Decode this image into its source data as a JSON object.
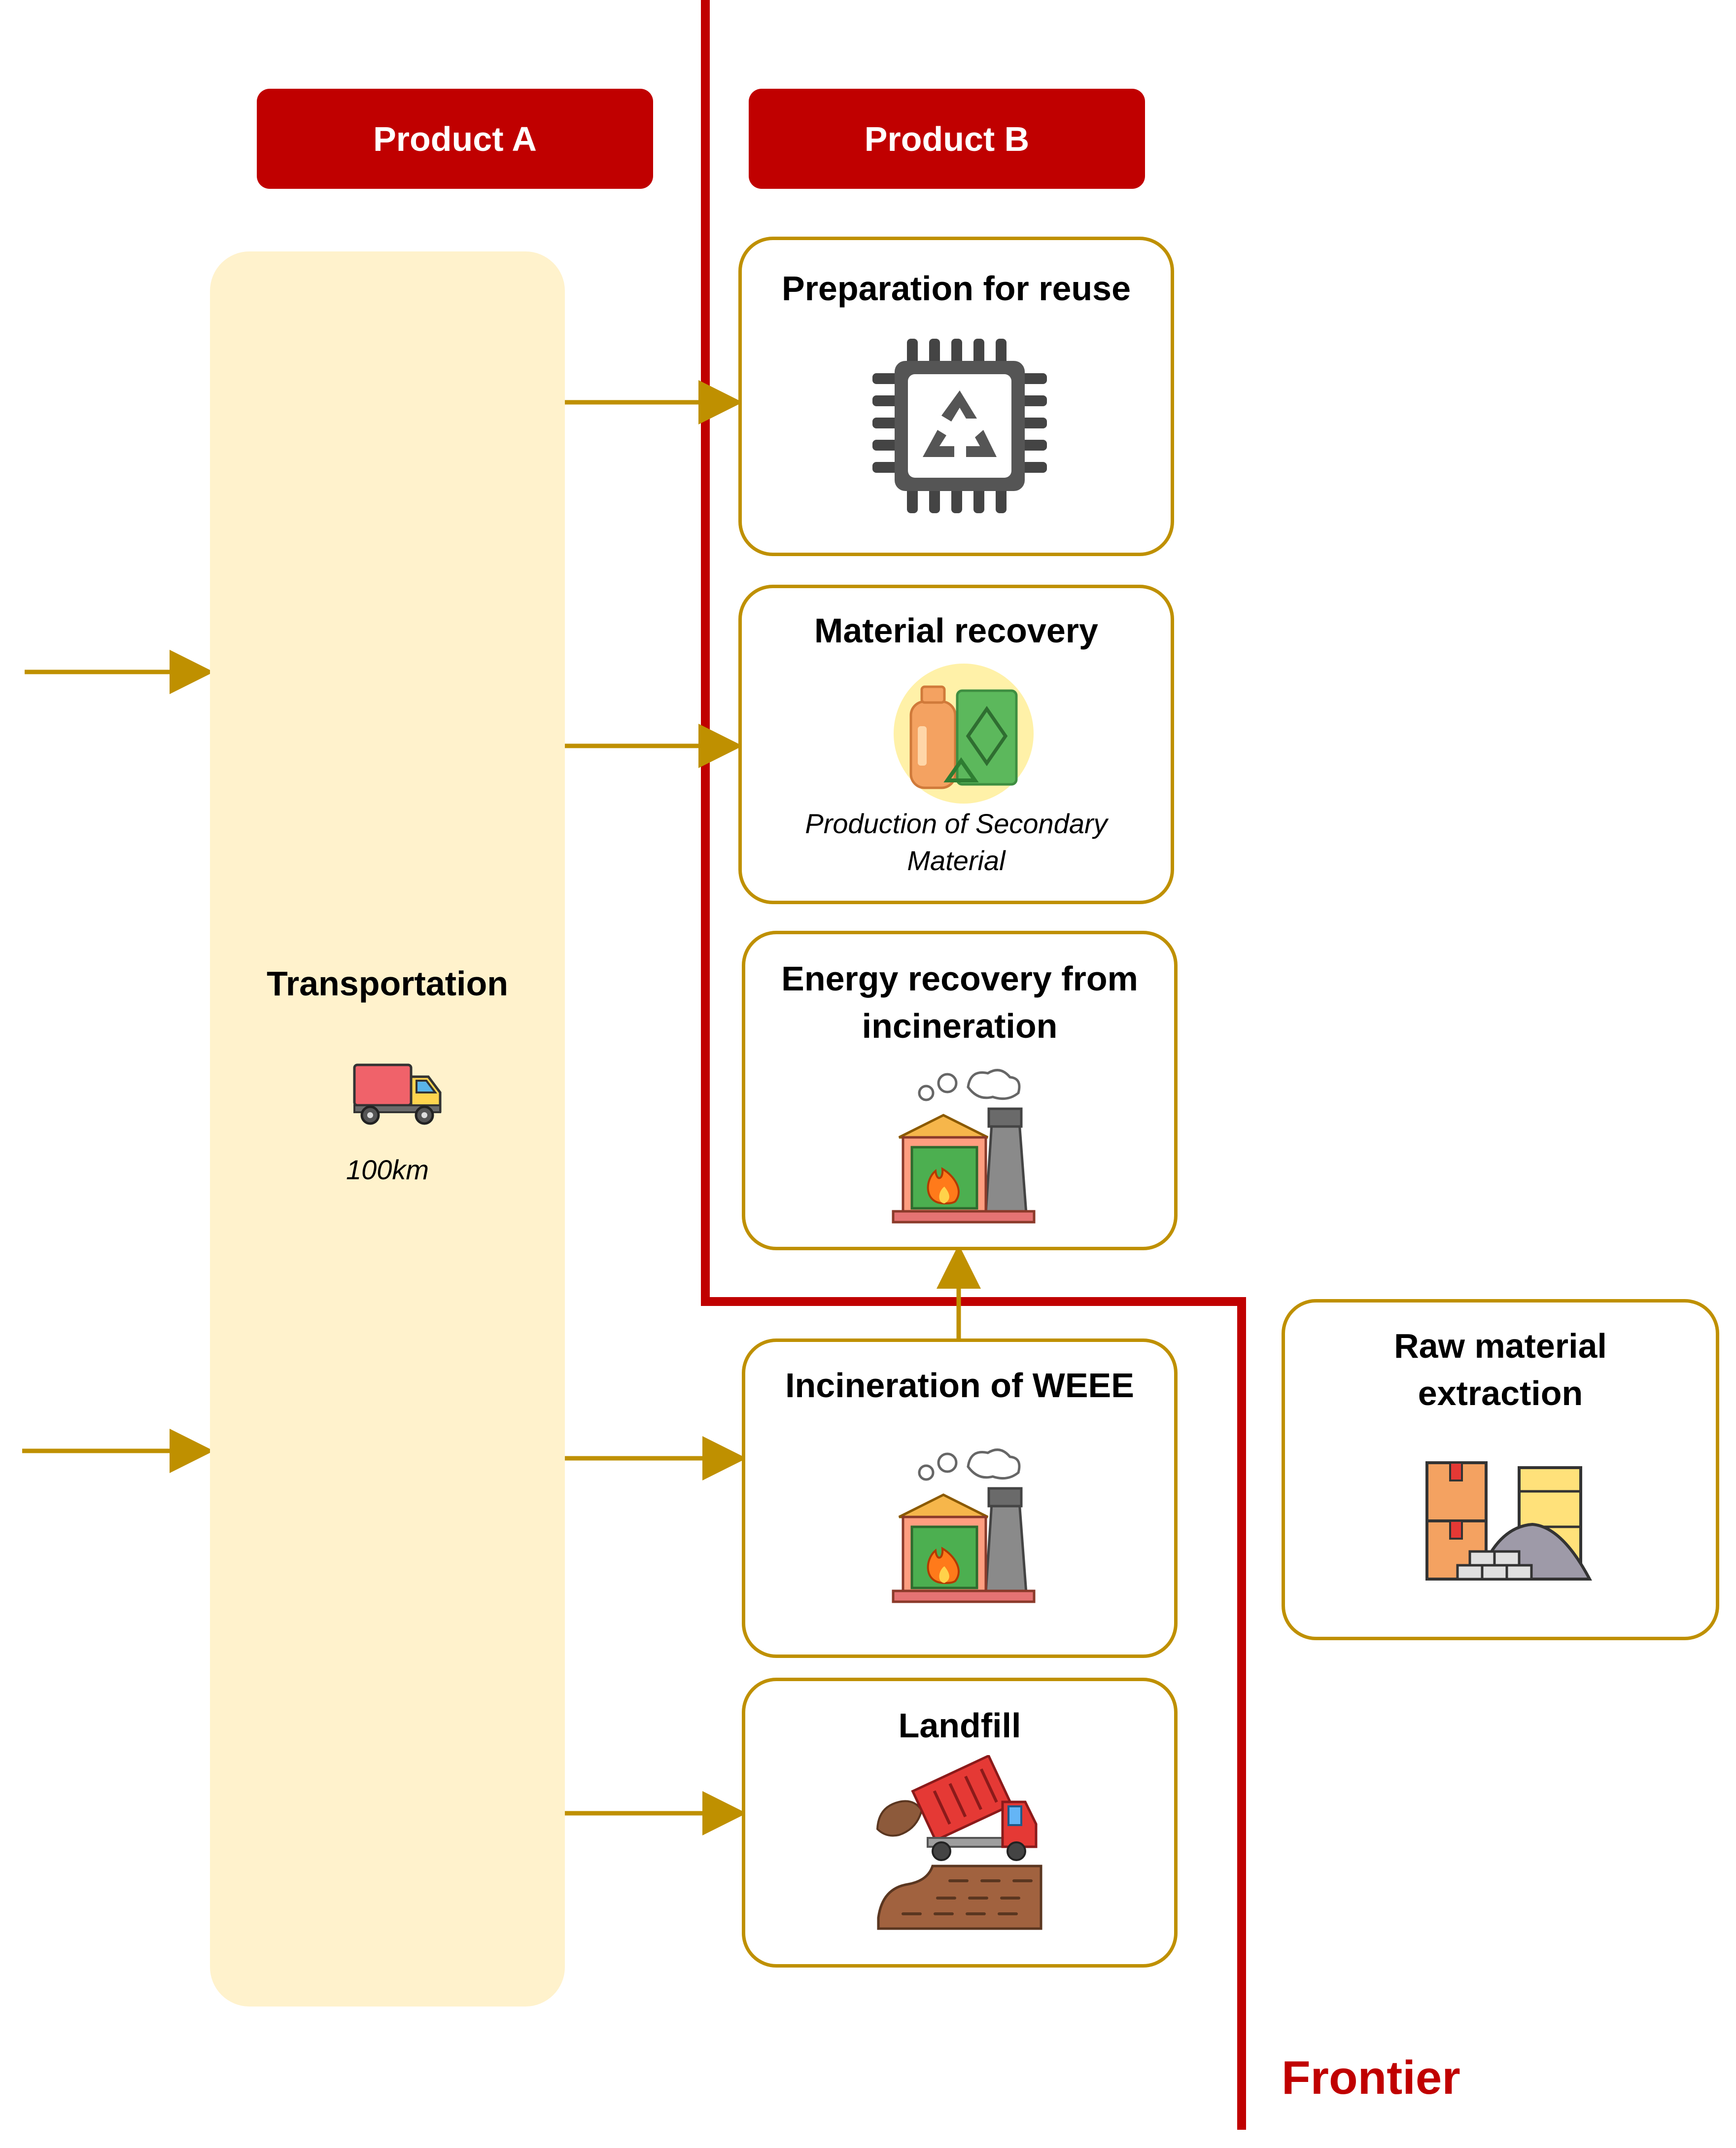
{
  "headers": {
    "product_a": "Product A",
    "product_b": "Product B"
  },
  "transportation": {
    "title": "Transportation",
    "distance": "100km",
    "icon": "truck-icon"
  },
  "processes": {
    "reuse": {
      "title": "Preparation for reuse",
      "icon": "recycled-chip-icon"
    },
    "material": {
      "title": "Material recovery",
      "subtitle_line1": "Production of Secondary",
      "subtitle_line2": "Material",
      "icon": "recycled-materials-icon"
    },
    "energy": {
      "title_line1": "Energy recovery from",
      "title_line2": "incineration",
      "icon": "incinerator-icon"
    },
    "incineration": {
      "title": "Incineration of WEEE",
      "icon": "incinerator-icon"
    },
    "landfill": {
      "title": "Landfill",
      "icon": "dump-truck-icon"
    },
    "raw": {
      "title_line1": "Raw material",
      "title_line2": "extraction",
      "icon": "raw-materials-icon"
    }
  },
  "frontier": {
    "label": "Frontier"
  },
  "colors": {
    "frontier_red": "#c00000",
    "arrow_gold": "#bf9000",
    "transport_fill": "#fff2cc"
  }
}
